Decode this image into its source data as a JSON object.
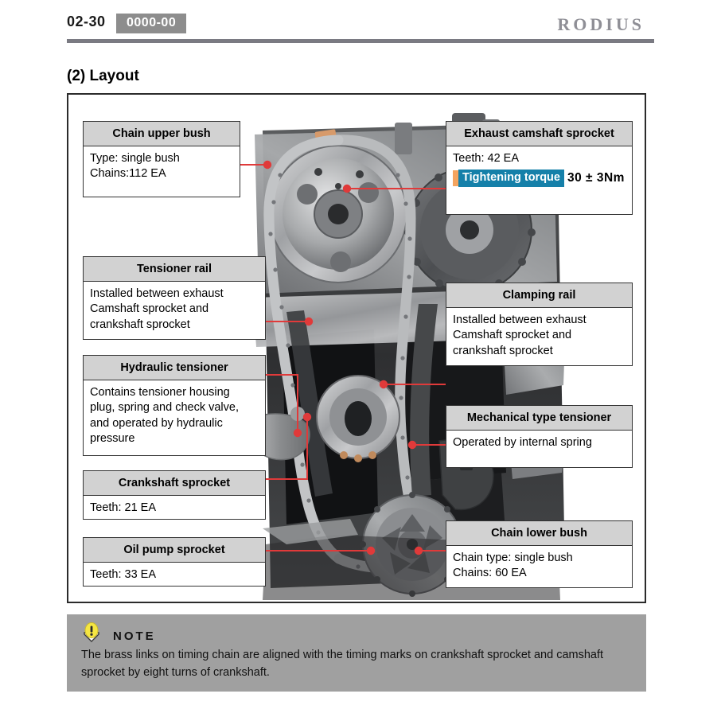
{
  "header": {
    "page_number": "02-30",
    "doc_code": "0000-00",
    "brand": "RODIUS"
  },
  "section": {
    "title": "(2) Layout"
  },
  "figure": {
    "photo_alt": "engine-timing-chain-layout-photo",
    "callouts": [
      {
        "id": "chain-upper-bush",
        "title": "Chain upper bush",
        "lines": [
          "Type: single bush",
          "Chains:112 EA"
        ]
      },
      {
        "id": "exhaust-camshaft-sprocket",
        "title": "Exhaust camshaft sprocket",
        "lines": [
          "Teeth: 42 EA"
        ],
        "torque": {
          "label": "Tightening torque",
          "value": "30  ±  3Nm"
        }
      },
      {
        "id": "tensioner-rail",
        "title": "Tensioner rail",
        "lines": [
          "Installed between exhaust",
          "Camshaft sprocket and",
          "crankshaft sprocket"
        ]
      },
      {
        "id": "clamping-rail",
        "title": "Clamping rail",
        "lines": [
          "Installed between exhaust",
          "Camshaft sprocket and",
          "crankshaft sprocket"
        ]
      },
      {
        "id": "hydraulic-tensioner",
        "title": "Hydraulic tensioner",
        "lines": [
          "Contains tensioner housing",
          "plug, spring and check valve,",
          "and operated by hydraulic",
          "pressure"
        ]
      },
      {
        "id": "mechanical-type-tensioner",
        "title": "Mechanical type tensioner",
        "lines": [
          "Operated by internal spring"
        ]
      },
      {
        "id": "crankshaft-sprocket",
        "title": "Crankshaft sprocket",
        "lines": [
          "Teeth: 21 EA"
        ]
      },
      {
        "id": "chain-lower-bush",
        "title": "Chain lower bush",
        "lines": [
          "Chain type: single bush",
          "Chains: 60 EA"
        ]
      },
      {
        "id": "oil-pump-sprocket",
        "title": "Oil pump sprocket",
        "lines": [
          "Teeth: 33 EA"
        ]
      }
    ]
  },
  "note": {
    "icon": "warning-exclamation-icon",
    "title": "NOTE",
    "text": "The brass links on timing chain are aligned with the timing marks on crankshaft sprocket and camshaft sprocket by eight turns of crankshaft."
  },
  "colors": {
    "accent_torque_bg": "#1580a9",
    "accent_torque_bar": "#f4a45f",
    "leader_line": "#e03a3a",
    "callout_header_bg": "#d2d2d2",
    "note_bg": "#a0a0a0",
    "badge_bg": "#8d8d8d",
    "brand_text": "#8f8f96"
  }
}
